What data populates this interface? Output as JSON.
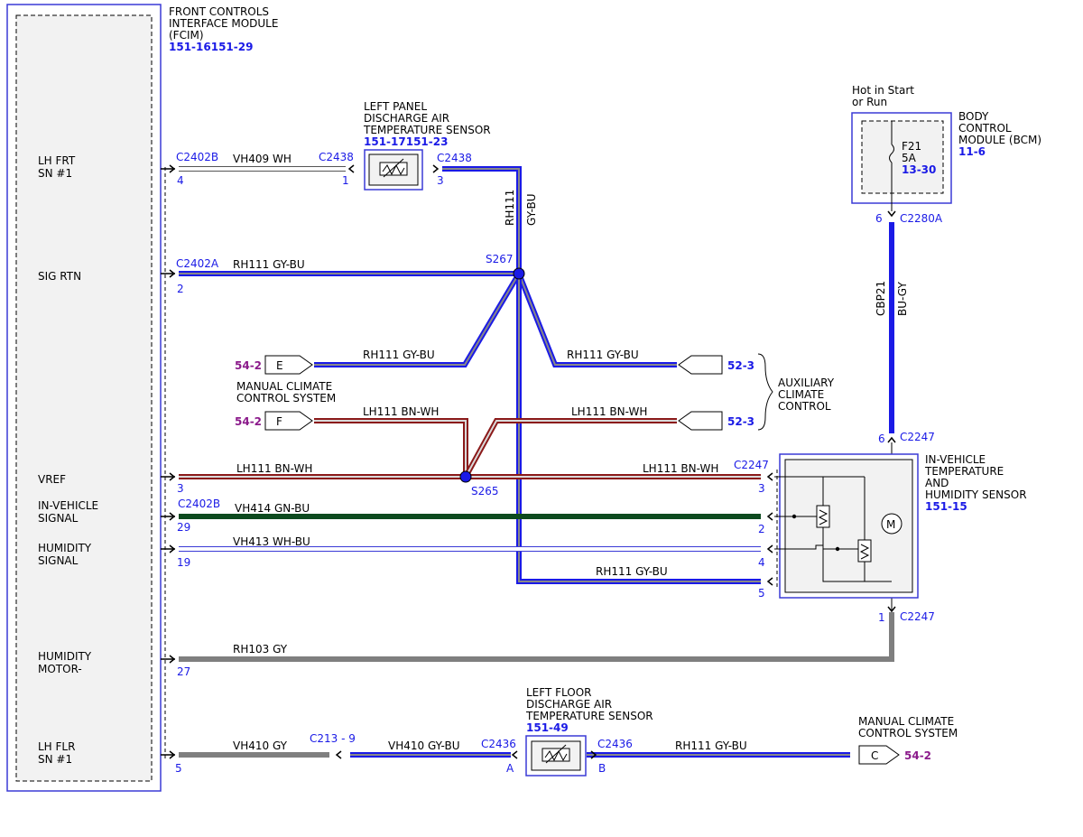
{
  "fcim": {
    "title_lines": [
      "FRONT CONTROLS",
      "INTERFACE MODULE",
      "(FCIM)"
    ],
    "ref": "151-16151-29",
    "pins": {
      "lh_frt": [
        "LH FRT",
        "SN #1"
      ],
      "sig_rtn": "SIG RTN",
      "vref": "VREF",
      "in_vehicle": [
        "IN-VEHICLE",
        "SIGNAL"
      ],
      "humidity_signal": [
        "HUMIDITY",
        "SIGNAL"
      ],
      "humidity_motor": [
        "HUMIDITY",
        "MOTOR-"
      ],
      "lh_flr": [
        "LH FLR",
        "SN #1"
      ]
    }
  },
  "left_panel_sensor": {
    "title_lines": [
      "LEFT PANEL",
      "DISCHARGE AIR",
      "TEMPERATURE SENSOR"
    ],
    "ref": "151-17151-23"
  },
  "bcm": {
    "hot_lines": [
      "Hot in Start",
      "or Run"
    ],
    "title_lines": [
      "BODY",
      "CONTROL",
      "MODULE (BCM)"
    ],
    "ref": "11-6",
    "fuse": "F21",
    "fuse_amps": "5A",
    "fuse_ref": "13-30"
  },
  "ivths": {
    "title_lines": [
      "IN-VEHICLE",
      "TEMPERATURE",
      "AND",
      "HUMIDITY SENSOR"
    ],
    "ref": "151-15"
  },
  "aux": {
    "title_lines": [
      "AUXILIARY",
      "CLIMATE",
      "CONTROL"
    ],
    "ref": "52-3"
  },
  "mcc": {
    "title_lines": [
      "MANUAL CLIMATE",
      "CONTROL SYSTEM"
    ],
    "ref": "54-2"
  },
  "left_floor_sensor": {
    "title_lines": [
      "LEFT FLOOR",
      "DISCHARGE AIR",
      "TEMPERATURE SENSOR"
    ],
    "ref": "151-49"
  },
  "connectors": {
    "c2402b": "C2402B",
    "c2402a": "C2402A",
    "c2438": "C2438",
    "c2280a": "C2280A",
    "c2247": "C2247",
    "c213": "C213 - 9",
    "c2436": "C2436"
  },
  "splices": {
    "s267": "S267",
    "s265": "S265"
  },
  "pins": {
    "p4": "4",
    "p1": "1",
    "p3": "3",
    "p2": "2",
    "p6": "6",
    "p29": "29",
    "p19": "19",
    "p5": "5",
    "p27": "27",
    "pA": "A",
    "pB": "B"
  },
  "jumper_letters": {
    "e": "E",
    "f": "F",
    "c": "C"
  },
  "wires": {
    "vh409": "VH409 WH",
    "rh111": "RH111 GY-BU",
    "rh111_sp": "RH111  GY-BU",
    "rh111_v": "RH111",
    "gybu": "GY-BU",
    "lh111": "LH111  BN-WH",
    "vh414": "VH414  GN-BU",
    "vh413": "VH413  WH-BU",
    "rh103": "RH103  GY",
    "vh410": "VH410 GY",
    "vh410gb": "VH410 GY-BU",
    "cbp21": "CBP21",
    "bugy": "BU-GY"
  },
  "colors": {
    "blue_trace": "#1a1ae6",
    "purple_ref": "#8b1a8b",
    "green_wire": "#0d4a1f",
    "brown_wire": "#8b1a1a",
    "gray_wire": "#7f7f7f"
  }
}
